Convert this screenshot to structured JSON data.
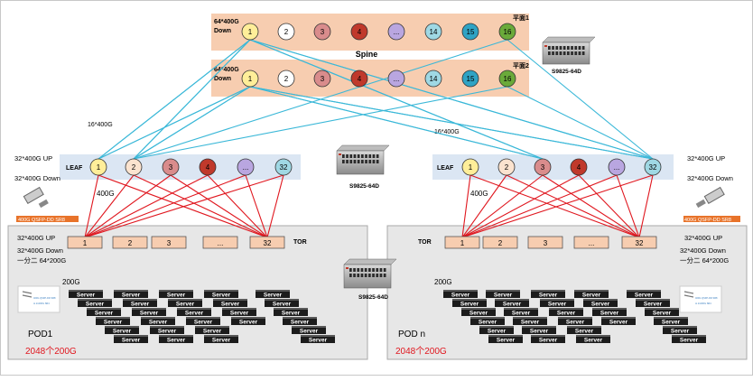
{
  "spine": {
    "title": "Spine",
    "down_label_1": "64*400G",
    "down_label_2": "Down",
    "plane_labels": [
      "平面1",
      "平面2"
    ],
    "nodes": [
      "1",
      "2",
      "3",
      "4",
      "...",
      "14",
      "15",
      "16"
    ],
    "node_colors": [
      "#ffee99",
      "#ffffff",
      "#d98c8c",
      "#c0392b",
      "#b9a6e0",
      "#9fd8e4",
      "#2fa3c4",
      "#6aaa3a"
    ]
  },
  "leaf": {
    "label": "LEAF",
    "up_label": "32*400G UP",
    "down_label": "32*400G Down",
    "nodes": [
      "1",
      "2",
      "3",
      "4",
      "...",
      "32"
    ],
    "node_colors": [
      "#ffee99",
      "#fbe3cf",
      "#d98c8c",
      "#c0392b",
      "#b9a6e0",
      "#9fd8e4"
    ],
    "spine_link_label_left": "16*400G",
    "spine_link_label_right": "16*400G",
    "tor_link_label": "400G"
  },
  "tor": {
    "label": "TOR",
    "up_label": "32*400G UP",
    "down_label": "32*400G Down",
    "split_label": "一分二 64*200G",
    "nodes": [
      "1",
      "2",
      "3",
      "...",
      "32"
    ],
    "server_link_label": "200G"
  },
  "switch_model": "S9825-64D",
  "module_label": "400G QSFP-DD SR8",
  "module_card_text": [
    "400G QSFP-DD SR8",
    "to 2x200G SR4"
  ],
  "server_label": "Server",
  "pods": [
    {
      "name": "POD1",
      "capacity": "2048个200G"
    },
    {
      "name": "POD n",
      "capacity": "2048个200G"
    }
  ],
  "colors": {
    "spine_link": "#3bb8d8",
    "tor_link": "#e0161e",
    "plane_bg": "#f7cdb0",
    "leaf_bg": "#dbe6f3",
    "pod_bg": "#e7e7e7",
    "capacity_text": "#e0161e"
  }
}
